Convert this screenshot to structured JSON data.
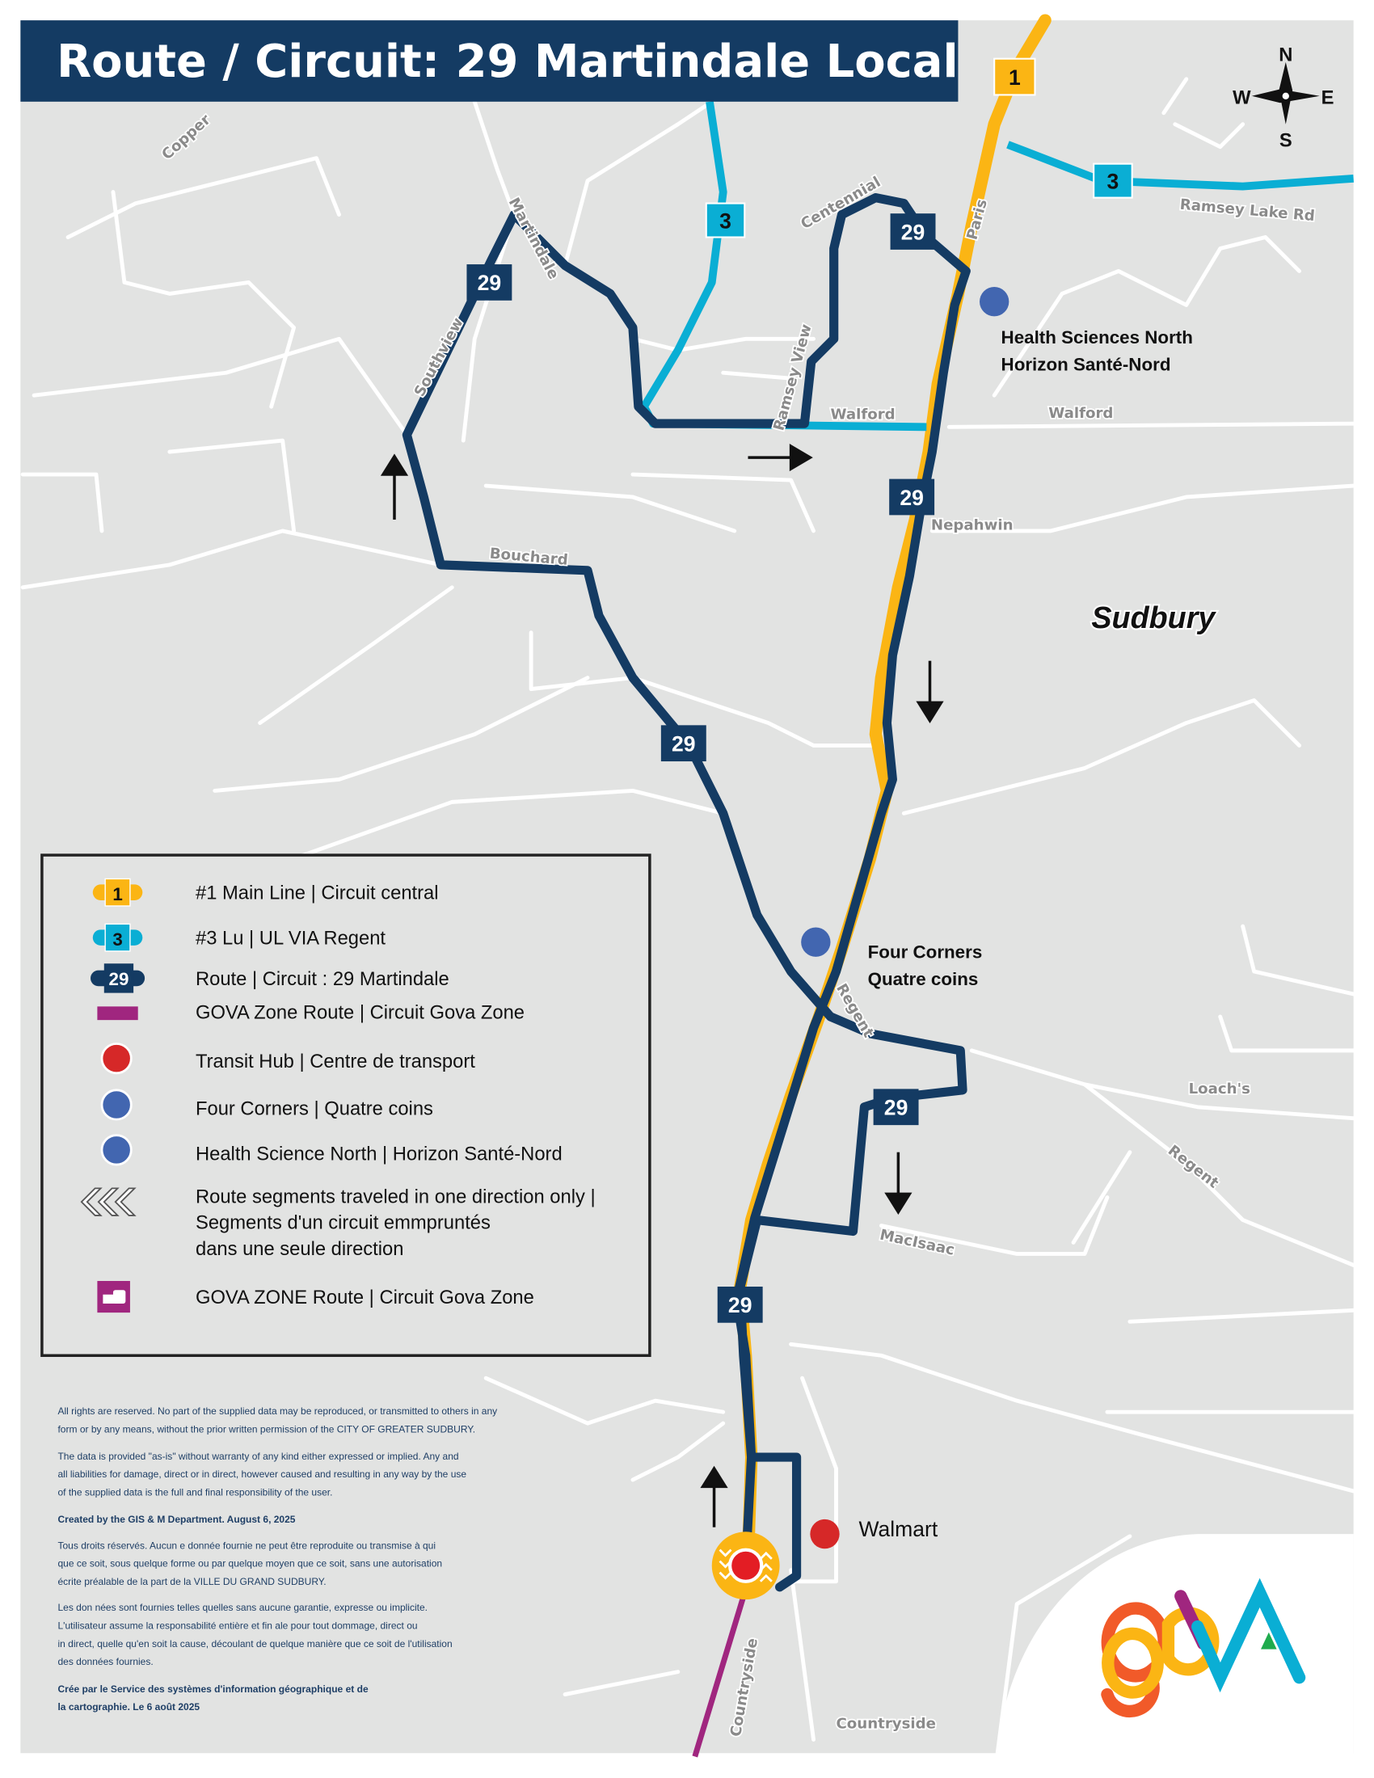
{
  "title": "Route / Circuit: 29 Martindale Local",
  "colors": {
    "route1": "#fbb514",
    "route3": "#0aaed4",
    "route29": "#143b63",
    "gova_zone": "#a0267f",
    "hub": "#d62828",
    "poi": "#4266b0",
    "map_bg": "#e2e3e2",
    "title_bg": "#143b63"
  },
  "compass": {
    "n": "N",
    "s": "S",
    "e": "E",
    "w": "W"
  },
  "badges": {
    "r1": "1",
    "r3": "3",
    "r29": "29"
  },
  "streets": {
    "copper": "Copper",
    "martindale": "Martindale",
    "southview": "Southview",
    "centennial": "Centennial",
    "paris": "Paris",
    "ramsey_lake": "Ramsey Lake Rd",
    "ramsey_view": "Ramsey View",
    "walford1": "Walford",
    "walford2": "Walford",
    "nepahwin": "Nepahwin",
    "bouchard": "Bouchard",
    "regent1": "Regent",
    "regent2": "Regent",
    "loachs": "Loach's",
    "macisaac": "MacIsaac",
    "countryside1": "Countryside",
    "countryside2": "Countryside"
  },
  "city_label": "Sudbury",
  "poi": {
    "hsn_line1": "Health Sciences North",
    "hsn_line2": "Horizon Santé-Nord",
    "fc_line1": "Four Corners",
    "fc_line2": "Quatre coins",
    "walmart": "Walmart"
  },
  "legend": {
    "items": [
      {
        "icon": "route-1-badge",
        "label": "#1 Main Line | Circuit central"
      },
      {
        "icon": "route-3-badge",
        "label": "#3 Lu | UL VIA Regent"
      },
      {
        "icon": "route-29-badge",
        "label": "Route | Circuit : 29 Martindale"
      },
      {
        "icon": "gova-zone-line",
        "label": "GOVA Zone Route | Circuit Gova Zone"
      },
      {
        "icon": "red-dot",
        "label": "Transit Hub | Centre de transport"
      },
      {
        "icon": "blue-dot",
        "label": "Four Corners | Quatre coins"
      },
      {
        "icon": "blue-dot",
        "label": "Health Science North | Horizon Santé-Nord"
      },
      {
        "icon": "chevrons",
        "label_lines": [
          "Route segments traveled in one direction only |",
          "Segments d'un circuit emmpruntés",
          "dans une seule direction"
        ]
      },
      {
        "icon": "gova-zone-vehicle",
        "label": "GOVA ZONE Route | Circuit Gova Zone"
      }
    ]
  },
  "disclaimer": {
    "en1": [
      "All rights are reserved. No part of the supplied data may be reproduced, or transmitted to others in any",
      "form or by any means, without the prior written permission of the CITY OF GREATER SUDBURY."
    ],
    "en2": [
      "The data is provided \"as-is\" without warranty of any kind either expressed or implied. Any and",
      "all liabilities for damage, direct or in direct, however caused and resulting in any way by the use",
      "of the supplied data is the full and final responsibility of the user."
    ],
    "en_credit": "Created by the GIS & M Department. August 6, 2025",
    "fr1": [
      "Tous droits réservés. Aucun e donnée fournie ne peut être reproduite ou transmise à qui",
      "que ce soit, sous quelque forme ou par quelque moyen que ce soit, sans une autorisation",
      "écrite préalable de la part de la VILLE DU GRAND SUDBURY."
    ],
    "fr2": [
      "Les don nées sont fournies telles quelles sans aucune garantie, expresse ou implicite.",
      "L'utilisateur assume la responsabilité entière et fin ale pour tout dommage, direct ou",
      "in direct, quelle qu'en soit la cause, découlant de quelque manière que ce soit de l'utilisation",
      "des données fournies."
    ],
    "fr_credit": [
      "Crée par le Service des systèmes d'information géographique et de",
      "la cartographie. Le 6 août 2025"
    ]
  },
  "logo_text": "gova"
}
